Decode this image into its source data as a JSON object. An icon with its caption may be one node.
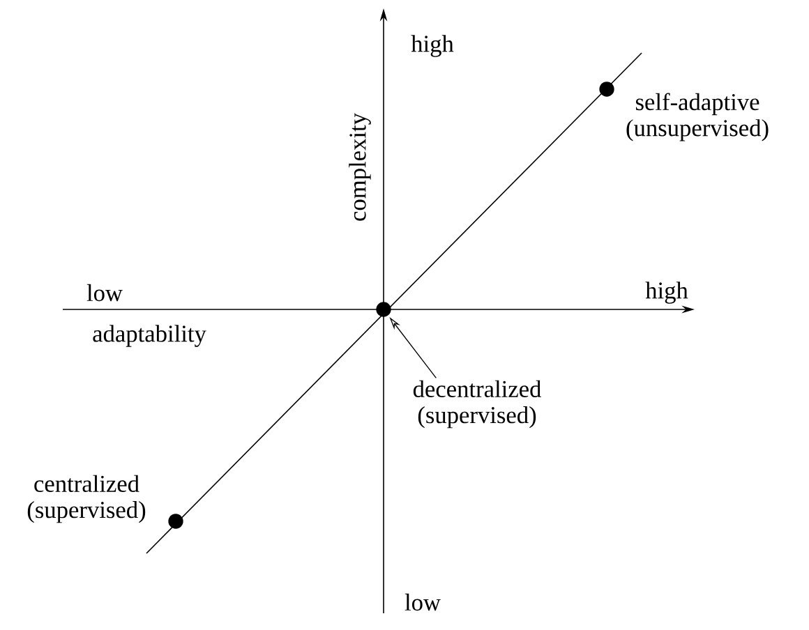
{
  "diagram": {
    "nodes": [
      {
        "text": [],
        "shape": "circle",
        "beside": [
          "self-adaptive (unsupervised)"
        ]
      },
      {
        "text": [],
        "shape": "circle"
      },
      {
        "text": [
          "decentralized (supervised)"
        ]
      },
      {
        "text": [],
        "shape": "circle",
        "beside": [
          "centralized (supervised)"
        ]
      }
    ],
    "edges": [
      {
        "from": 2,
        "to": 1,
        "arrow": "to"
      }
    ],
    "labels": [
      "high",
      "complexity",
      "low",
      "high",
      "adaptability",
      "low"
    ]
  }
}
